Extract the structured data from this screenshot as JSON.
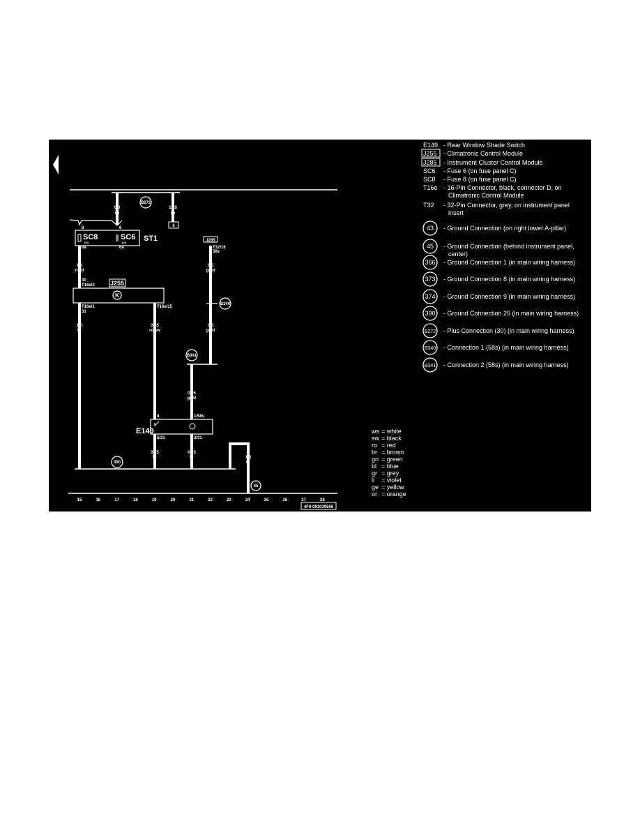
{
  "diagram": {
    "background": "#000000",
    "foreground": "#ffffff",
    "components": {
      "plus_connection": "B272",
      "fuse_panel": "ST1",
      "fuse_sc8": "SC8",
      "fuse_sc8_rating": "15A",
      "fuse_sc6": "SC6",
      "fuse_sc6_rating": "15A",
      "terminal_box": "6",
      "module_j255": "J255",
      "module_j285": "J285",
      "switch_e149": "E149",
      "connection_b340": "B340",
      "connection_b341": "B341",
      "ground_390": "390",
      "ground_45": "45"
    },
    "wire_labels": {
      "w168_gauge": "6,0",
      "w168_color": "ro",
      "w248_gauge": "10,0",
      "w248_color": "ro",
      "fuse_in_8": "8",
      "fuse_in_6": "6",
      "fuse_out_8a": "8a",
      "fuse_out_6a": "6a",
      "w114_gauge": "1,0",
      "w114_color": "ro/bl",
      "t16e2_pin": "30",
      "t16e2": "T16e/2",
      "t16e1": "T16e/1",
      "t16e1_pin": "31",
      "w114b_gauge": "1,0",
      "w114b_color": "br",
      "t16e15": "T16e/15",
      "w222_gauge": "0,35",
      "w222_color": "ro/sw",
      "t32_16": "T32/16",
      "t32_16_pin": "58s",
      "w302a_gauge": "0,5",
      "w302a_color": "gr/bl",
      "w302b_gauge": "0,5",
      "w302b_color": "gr/bl",
      "w275_gauge": "0,35",
      "w275_color": "gr/bl",
      "e149_pin4": "4",
      "e149_pin1": "1/58s",
      "e149_pin5": "5/31",
      "e149_pin3": "3/31",
      "w222b_gauge": "0,35",
      "w222b_color": "br",
      "w275b_gauge": "0,35",
      "w275b_color": "br",
      "w356_gauge": "1,5",
      "w356_color": "br"
    },
    "columns": [
      "15",
      "16",
      "17",
      "18",
      "19",
      "20",
      "21",
      "22",
      "23",
      "24",
      "25",
      "26",
      "27",
      "28"
    ],
    "drawing_code": "4F0-091039506"
  },
  "legend": [
    {
      "code": "E149",
      "boxed": false,
      "text": "- Rear Window Shade Switch"
    },
    {
      "code": "J255",
      "boxed": true,
      "text": "- Climatronic Control Module"
    },
    {
      "code": "J285",
      "boxed": true,
      "text": "- Instrument Cluster Control Module"
    },
    {
      "code": "SC6",
      "boxed": false,
      "text": "- Fuse 6 (on fuse panel C)"
    },
    {
      "code": "SC8",
      "boxed": false,
      "text": "- Fuse 8 (on fuse panel C)"
    },
    {
      "code": "T16e",
      "boxed": false,
      "text": "- 16-Pin Connector, black, connector D, on",
      "text2": "Climatronic Control Module"
    },
    {
      "code": "T32",
      "boxed": false,
      "text": "- 32-Pin Connector, grey, on instrument panel",
      "text2": "insert"
    }
  ],
  "ground_legend": [
    {
      "code": "43",
      "text": "- Ground Connection (on right lower A-pillar)"
    },
    {
      "code": "45",
      "text": "- Ground Connection (behind instrument panel,",
      "text2": "center)"
    },
    {
      "code": "366",
      "text": "- Ground Connection 1 (in main wiring harness)"
    },
    {
      "code": "373",
      "text": "- Ground Connection 8 (in main wiring harness)"
    },
    {
      "code": "374",
      "text": "- Ground Connection 9 (in main wiring harness)"
    },
    {
      "code": "390",
      "text": "- Ground Connection 25 (in main wiring harness)"
    },
    {
      "code": "B272",
      "text": "- Plus Connection (30) (in main wiring harness)"
    },
    {
      "code": "B340",
      "text": "- Connection 1 (58s) (in main wiring harness)"
    },
    {
      "code": "B341",
      "text": "- Connection 2 (58s) (in main wiring harness)"
    }
  ],
  "color_codes": [
    {
      "code": "ws",
      "name": "= white"
    },
    {
      "code": "sw",
      "name": "= black"
    },
    {
      "code": "ro",
      "name": "= red"
    },
    {
      "code": "br",
      "name": "= brown"
    },
    {
      "code": "gn",
      "name": "= green"
    },
    {
      "code": "bl",
      "name": "= blue"
    },
    {
      "code": "gr",
      "name": "= grey"
    },
    {
      "code": "li",
      "name": "= violet"
    },
    {
      "code": "ge",
      "name": "= yellow"
    },
    {
      "code": "or",
      "name": "= orange"
    }
  ]
}
